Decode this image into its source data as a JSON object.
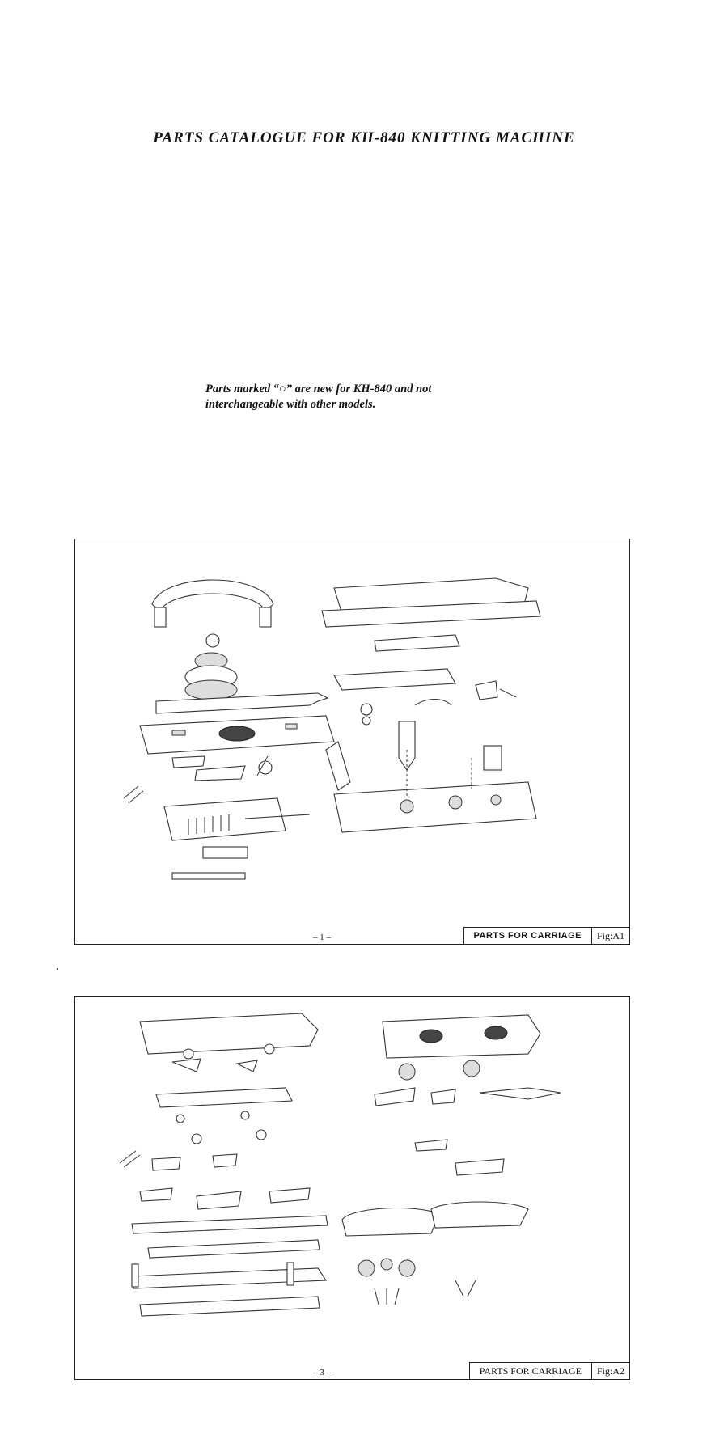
{
  "header": {
    "title": "PARTS CATALOGUE FOR KH-840 KNITTING MACHINE"
  },
  "notice": {
    "line1": "Parts marked “○” are new for KH-840 and not",
    "line2": "interchangeable with other models."
  },
  "figures": [
    {
      "page_number": "– 1 –",
      "caption": "PARTS FOR CARRIAGE",
      "figure_id": "Fig:A1"
    },
    {
      "page_number": "– 3 –",
      "caption": "PARTS FOR CARRIAGE",
      "figure_id": "Fig:A2"
    }
  ]
}
